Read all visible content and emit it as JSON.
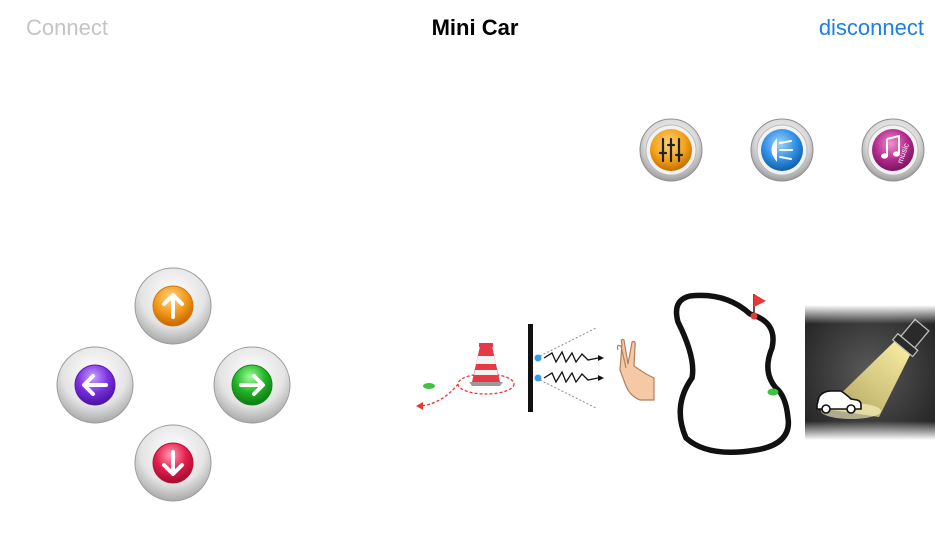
{
  "nav": {
    "connect_label": "Connect",
    "title": "Mini Car",
    "disconnect_label": "disconnect"
  },
  "tiles": {
    "music_badge": "music"
  },
  "colors": {
    "connect_inactive": "#c4c4c4",
    "title": "#000000",
    "link_blue": "#1b7fe3",
    "up_arrow": "#f39a1b",
    "left_arrow": "#7a2fe0",
    "right_arrow": "#21b325",
    "down_arrow": "#e51d4b",
    "settings_button": "#f4a21b",
    "light_button": "#2f8fe6",
    "music_button": "#b22a8c"
  },
  "icons": {
    "direction_pad": [
      "up-arrow-icon",
      "left-arrow-icon",
      "right-arrow-icon",
      "down-arrow-icon"
    ],
    "top_controls": [
      "sliders-icon",
      "headlight-icon",
      "music-note-icon"
    ],
    "modes": [
      "obstacle-avoidance-icon",
      "gesture-follow-icon",
      "line-track-icon",
      "light-follow-icon"
    ]
  }
}
